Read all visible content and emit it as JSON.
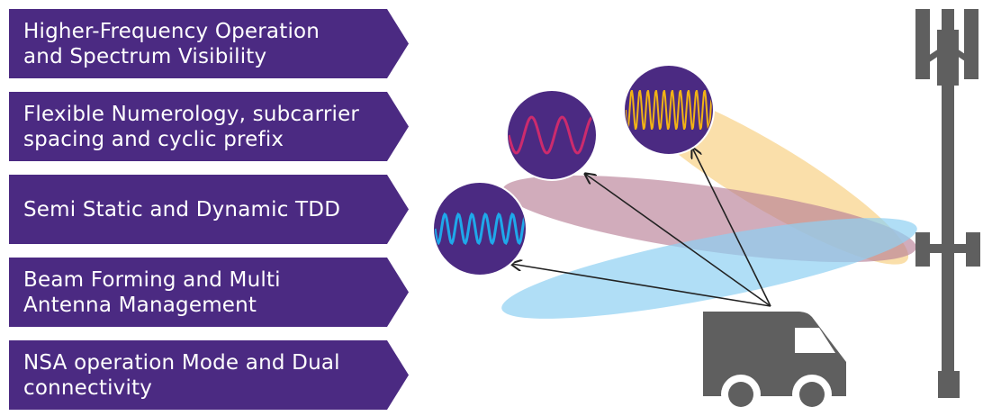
{
  "features": [
    {
      "label": "Higher-Frequency Operation\nand Spectrum Visibility"
    },
    {
      "label": "Flexible Numerology, subcarrier\nspacing and cyclic prefix"
    },
    {
      "label": "Semi Static and Dynamic TDD"
    },
    {
      "label": "Beam Forming and Multi\nAntenna Management"
    },
    {
      "label": "NSA operation Mode and Dual\nconnectivity"
    }
  ],
  "colors": {
    "panel": "#4b2a82",
    "beam_yellow": "#f9d99b",
    "beam_pink": "#c48a9e",
    "beam_blue": "#8fd0f2",
    "tower": "#5f5f5f",
    "truck": "#5f5f5f",
    "wave_pink": "#cc2b6d",
    "wave_yellow": "#f2b315",
    "wave_blue": "#1fa8ea"
  },
  "icons": [
    "cell-tower-icon",
    "truck-icon",
    "signal-wave-icon"
  ]
}
